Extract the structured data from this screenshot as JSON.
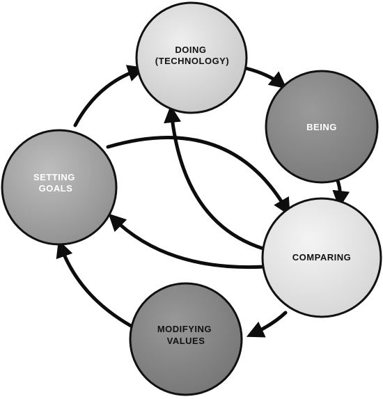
{
  "nodes": {
    "doing": {
      "lines": [
        "DOING",
        "(TECHNOLOGY)"
      ],
      "fill": "#d8d8d8",
      "text_color": "#111111"
    },
    "being": {
      "lines": [
        "BEING"
      ],
      "fill": "#8c8c8c",
      "text_color": "#ffffff"
    },
    "comparing": {
      "lines": [
        "COMPARING"
      ],
      "fill": "#e6e6e6",
      "text_color": "#111111"
    },
    "modifying": {
      "lines": [
        "MODIFYING",
        "VALUES"
      ],
      "fill": "#888888",
      "text_color": "#111111"
    },
    "setting": {
      "lines": [
        "SETTING",
        "GOALS"
      ],
      "fill": "#a6a6a6",
      "text_color": "#ffffff"
    }
  },
  "edges": [
    {
      "from": "doing",
      "to": "being"
    },
    {
      "from": "being",
      "to": "comparing"
    },
    {
      "from": "comparing",
      "to": "modifying"
    },
    {
      "from": "modifying",
      "to": "setting"
    },
    {
      "from": "setting",
      "to": "doing"
    },
    {
      "from": "setting",
      "to": "comparing"
    },
    {
      "from": "comparing",
      "to": "setting"
    },
    {
      "from": "comparing",
      "to": "doing"
    }
  ],
  "colors": {
    "stroke": "#0d0d0d",
    "background": "#ffffff"
  }
}
